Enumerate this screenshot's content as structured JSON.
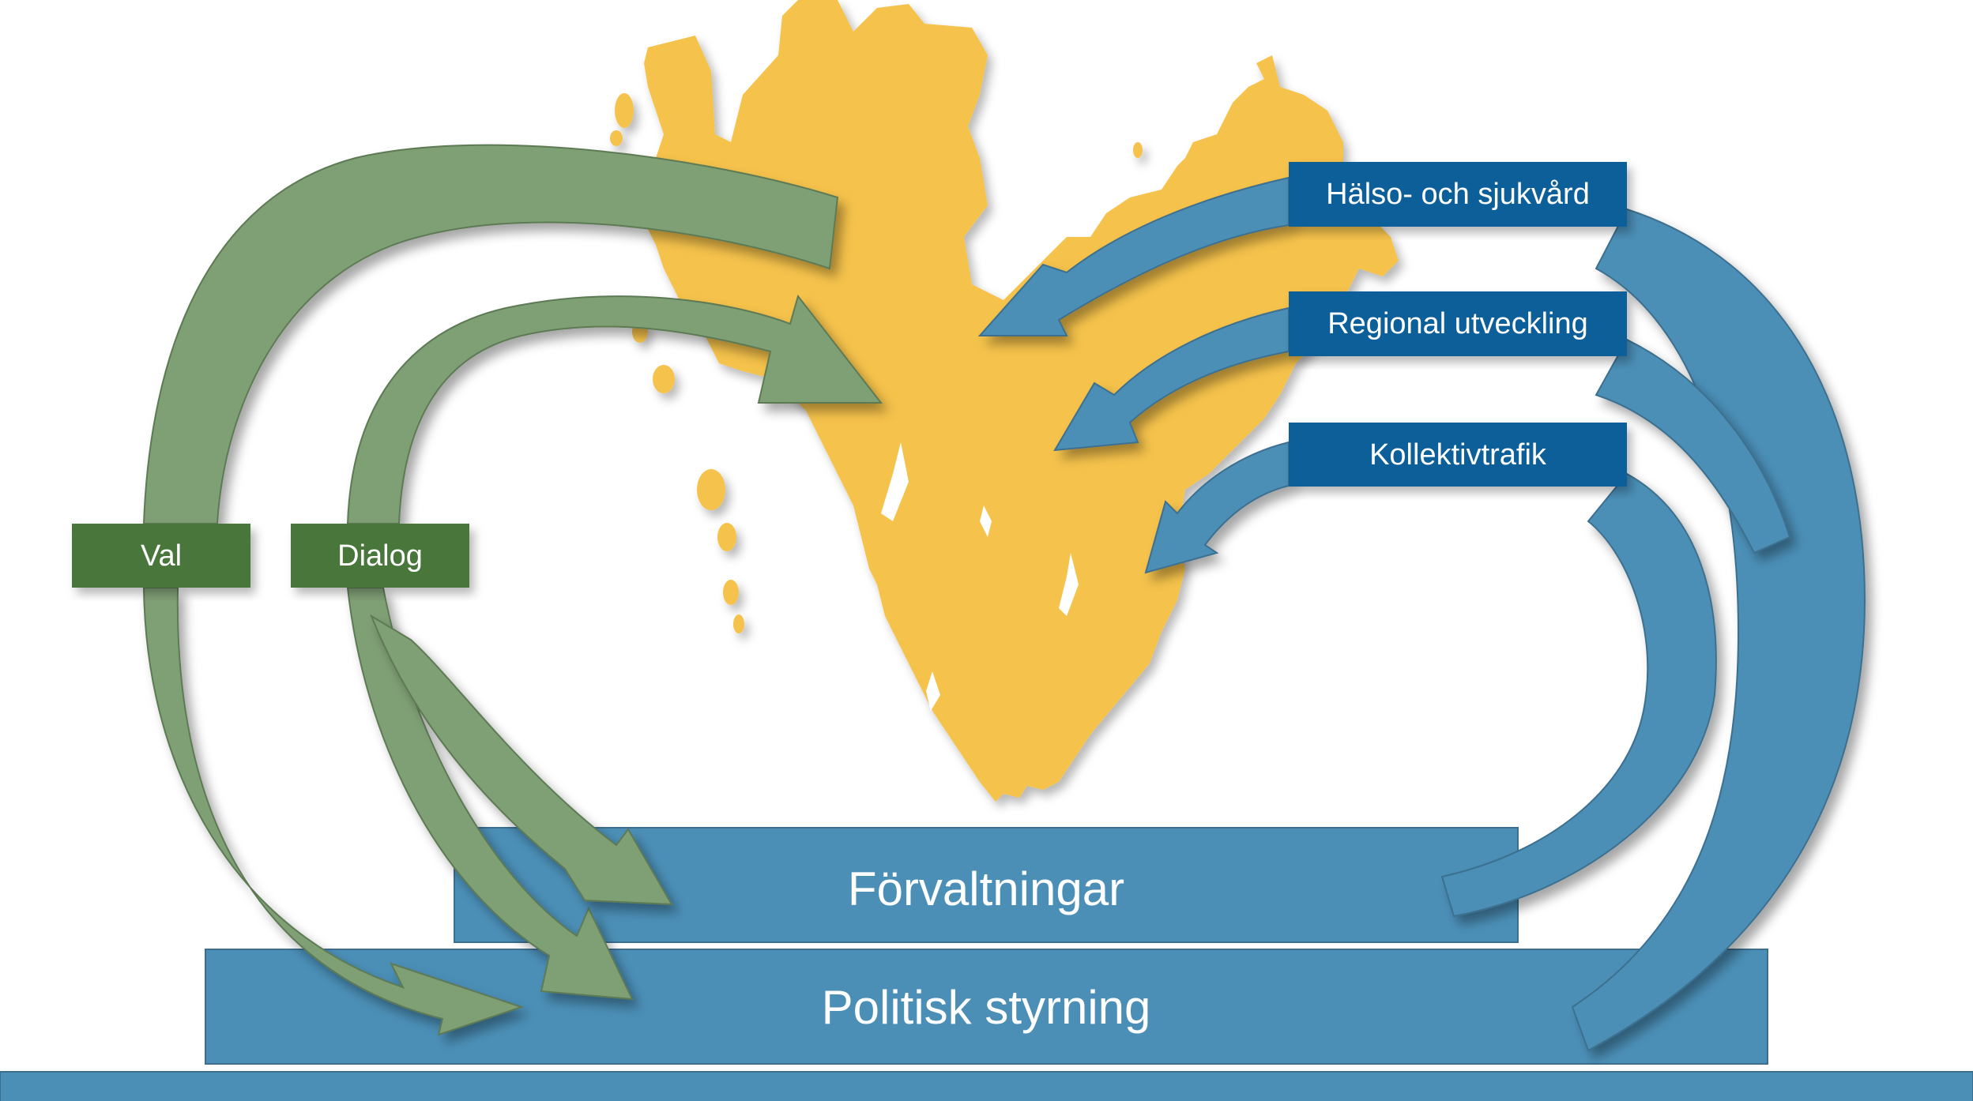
{
  "diagram": {
    "colors": {
      "background": "#ffffff",
      "map_fill": "#f5c24b",
      "green_arrow": "#7f9f74",
      "green_box": "#4a773b",
      "blue_arrow": "#4b8fb7",
      "blue_box": "#0a5f99",
      "blue_bar": "#4b8fb7",
      "label_text": "#ffffff"
    },
    "citizen_inputs": [
      {
        "label": "Val"
      },
      {
        "label": "Dialog"
      }
    ],
    "service_areas": [
      {
        "label": "Hälso- och sjukvård"
      },
      {
        "label": "Regional utveckling"
      },
      {
        "label": "Kollektivtrafik"
      }
    ],
    "layers": [
      {
        "label": "Förvaltningar"
      },
      {
        "label": "Politisk styrning"
      },
      {
        "label": ""
      }
    ],
    "map": {
      "semantic": "region-map"
    }
  }
}
